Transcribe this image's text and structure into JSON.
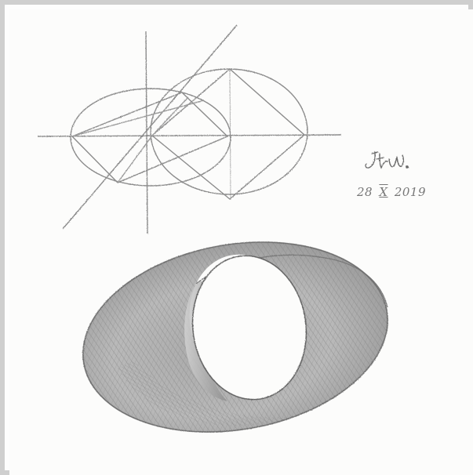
{
  "signature": {
    "initials": "JFW."
  },
  "date": {
    "day": "28",
    "month": "X",
    "year": "2019"
  },
  "colors": {
    "paper": "#fcfcfb",
    "pencil_dark": "#6e6e6e",
    "pencil_mid": "#8c8c8c",
    "pencil_light": "#b5b5b5",
    "frame": "#cfcfcf"
  }
}
